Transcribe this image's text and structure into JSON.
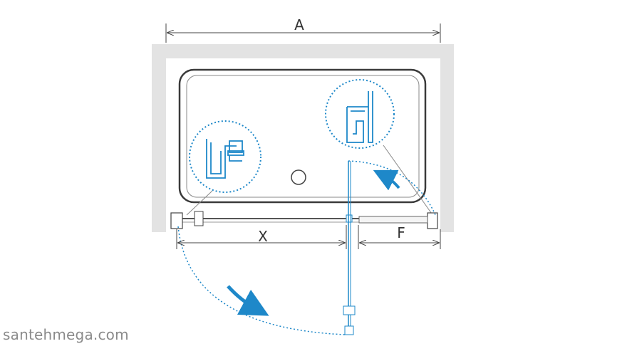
{
  "diagram": {
    "labels": {
      "overall_width": "A",
      "door_opening": "X",
      "fixed_panel": "F"
    },
    "watermark": "santehmega.com",
    "colors": {
      "wall": "#e3e3e3",
      "line": "#444444",
      "accent": "#1e88c9",
      "tray_border": "#3a3a3a"
    },
    "icons": [
      "clockwise-arrow-icon",
      "counterclockwise-arrow-icon",
      "detail-zoom-icon"
    ]
  }
}
